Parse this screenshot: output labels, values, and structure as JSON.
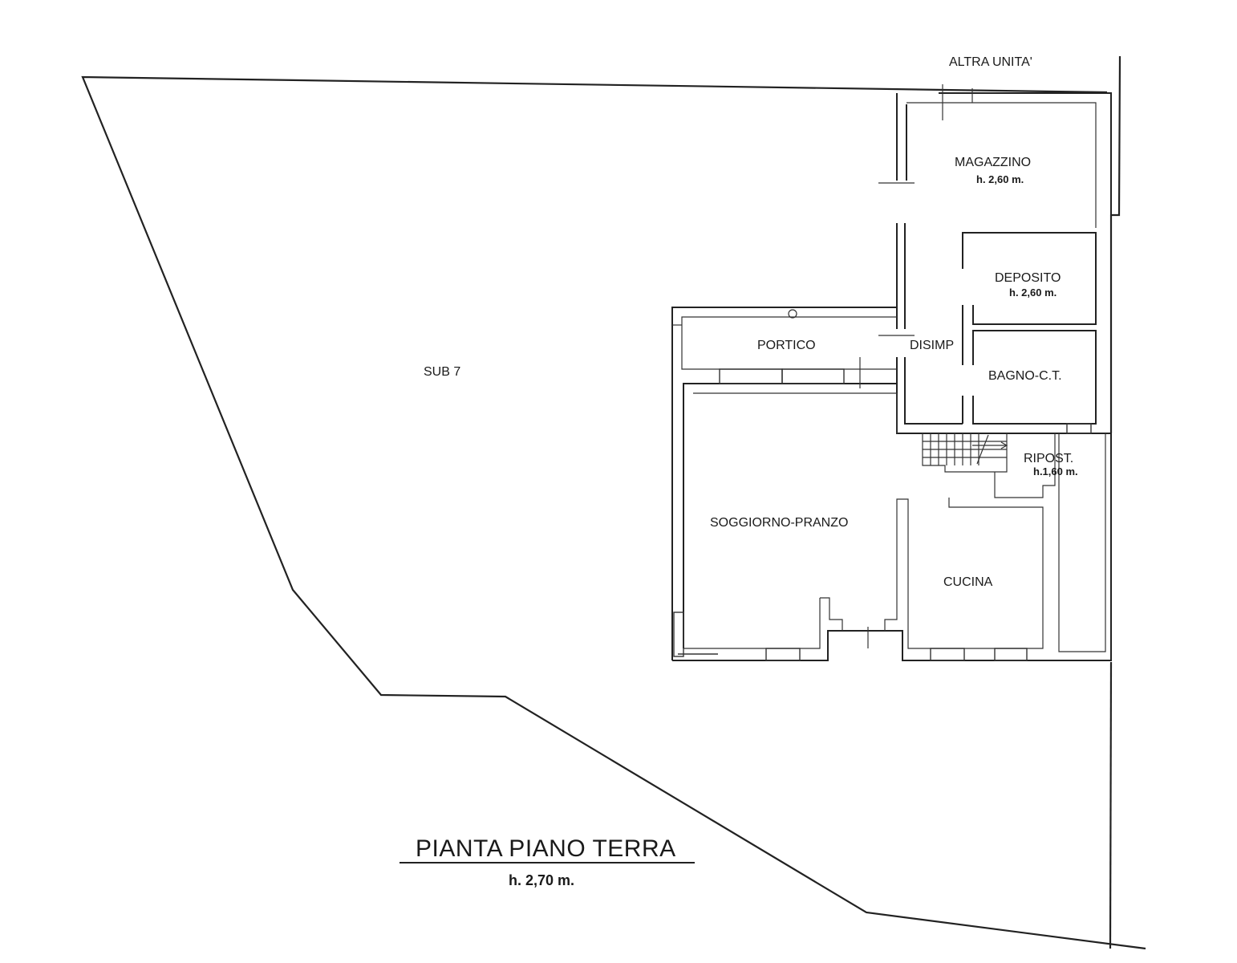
{
  "labels": {
    "altra_unita": "ALTRA UNITA'",
    "sub7": "SUB 7"
  },
  "rooms": {
    "magazzino": {
      "name": "MAGAZZINO",
      "height": "h. 2,60 m."
    },
    "deposito": {
      "name": "DEPOSITO",
      "height": "h. 2,60 m."
    },
    "disimp": {
      "name": "DISIMP"
    },
    "bagno": {
      "name": "BAGNO-C.T."
    },
    "portico": {
      "name": "PORTICO"
    },
    "ripost": {
      "name": "RIPOST.",
      "height": "h.1,60 m."
    },
    "soggiorno": {
      "name": "SOGGIORNO-PRANZO"
    },
    "cucina": {
      "name": "CUCINA"
    }
  },
  "title": {
    "text": "PIANTA PIANO TERRA",
    "height": "h. 2,70 m."
  },
  "colors": {
    "line": "#222222",
    "background": "#ffffff"
  }
}
